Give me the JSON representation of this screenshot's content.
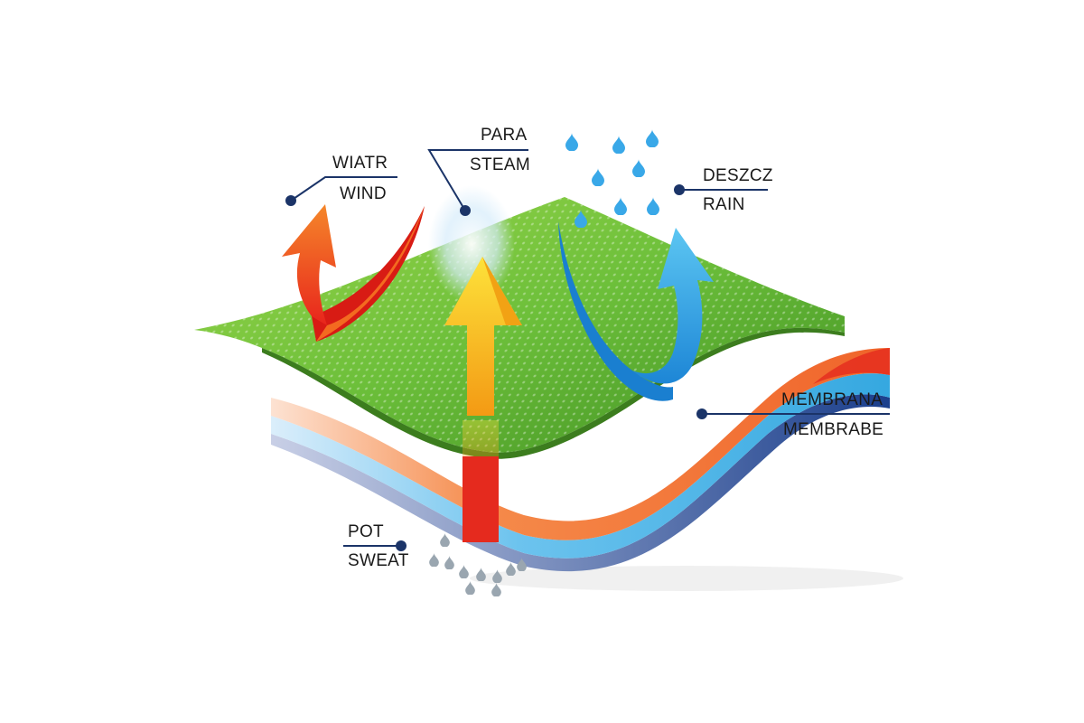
{
  "labels": {
    "wind": {
      "top": "WIATR",
      "bottom": "WIND"
    },
    "steam": {
      "top": "PARA",
      "bottom": "STEAM"
    },
    "rain": {
      "top": "DESZCZ",
      "bottom": "RAIN"
    },
    "membrane": {
      "top": "MEMBRANA",
      "bottom": "MEMBRABE"
    },
    "sweat": {
      "top": "POT",
      "bottom": "SWEAT"
    }
  },
  "colors": {
    "outer_layer": "#6cbf3a",
    "membrane_layer": "#f0642a",
    "inner_layer_blue": "#35a8e0",
    "inner_layer_navy": "#1b3f8c",
    "wind_arrow": "#f06a24",
    "steam_arrow": "#f9b81b",
    "rain_arrow": "#2aa4e6",
    "leader_line": "#1b3468",
    "drop_rain": "#39a8e8",
    "drop_sweat": "#9aa6b0"
  },
  "icons": {
    "wind": "curved-arrow-icon",
    "steam": "up-arrow-icon",
    "rain": "curved-arrow-icon",
    "drops": "water-drop-icon"
  }
}
